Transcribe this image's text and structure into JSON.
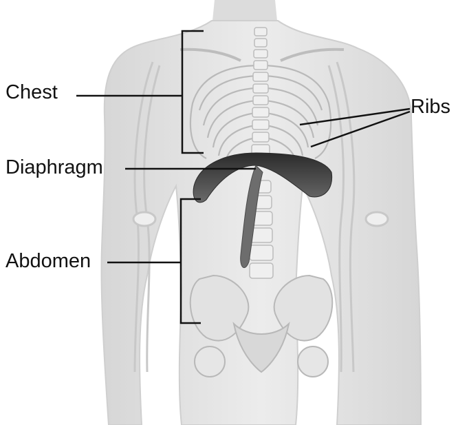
{
  "labels": {
    "chest": "Chest",
    "ribs": "Ribs",
    "diaphragm": "Diaphragm",
    "abdomen": "Abdomen"
  },
  "colors": {
    "body": "#e4e4e4",
    "bone": "#f4f4f4",
    "diaphragm": "#3a3a3a",
    "leader": "#111111"
  }
}
